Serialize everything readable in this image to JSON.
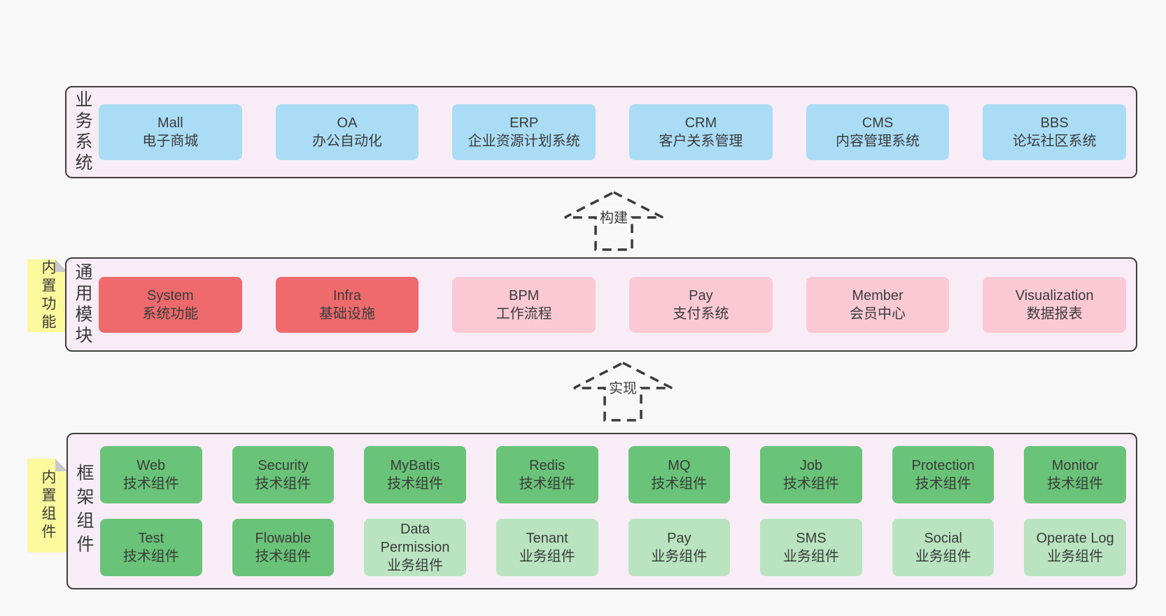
{
  "colors": {
    "blue": "#aadcf5",
    "red": "#ee6a6d",
    "pink": "#fbc9d4",
    "greenDark": "#69c378",
    "greenLight": "#b9e4bf",
    "panel_bg": "#f8edf6",
    "panel_border": "#3f3f3f",
    "sticky": "#fbf99c",
    "text": "#3b3b3b"
  },
  "sections": [
    {
      "label": "业务系统",
      "sticky": null,
      "rows": [
        [
          {
            "name": "Mall",
            "sub": "电子商城",
            "color": "blue"
          },
          {
            "name": "OA",
            "sub": "办公自动化",
            "color": "blue"
          },
          {
            "name": "ERP",
            "sub": "企业资源计划系统",
            "color": "blue"
          },
          {
            "name": "CRM",
            "sub": "客户关系管理",
            "color": "blue"
          },
          {
            "name": "CMS",
            "sub": "内容管理系统",
            "color": "blue"
          },
          {
            "name": "BBS",
            "sub": "论坛社区系统",
            "color": "blue"
          }
        ]
      ]
    },
    {
      "label": "通用模块",
      "sticky": "内置功能",
      "rows": [
        [
          {
            "name": "System",
            "sub": "系统功能",
            "color": "red"
          },
          {
            "name": "Infra",
            "sub": "基础设施",
            "color": "red"
          },
          {
            "name": "BPM",
            "sub": "工作流程",
            "color": "pink"
          },
          {
            "name": "Pay",
            "sub": "支付系统",
            "color": "pink"
          },
          {
            "name": "Member",
            "sub": "会员中心",
            "color": "pink"
          },
          {
            "name": "Visualization",
            "sub": "数据报表",
            "color": "pink"
          }
        ]
      ]
    },
    {
      "label": "框架组件",
      "sticky": "内置组件",
      "rows": [
        [
          {
            "name": "Web",
            "sub": "技术组件",
            "color": "greenDark"
          },
          {
            "name": "Security",
            "sub": "技术组件",
            "color": "greenDark"
          },
          {
            "name": "MyBatis",
            "sub": "技术组件",
            "color": "greenDark"
          },
          {
            "name": "Redis",
            "sub": "技术组件",
            "color": "greenDark"
          },
          {
            "name": "MQ",
            "sub": "技术组件",
            "color": "greenDark"
          },
          {
            "name": "Job",
            "sub": "技术组件",
            "color": "greenDark"
          },
          {
            "name": "Protection",
            "sub": "技术组件",
            "color": "greenDark"
          },
          {
            "name": "Monitor",
            "sub": "技术组件",
            "color": "greenDark"
          }
        ],
        [
          {
            "name": "Test",
            "sub": "技术组件",
            "color": "greenDark"
          },
          {
            "name": "Flowable",
            "sub": "技术组件",
            "color": "greenDark"
          },
          {
            "name": "Data Permission",
            "sub": "业务组件",
            "color": "greenLight"
          },
          {
            "name": "Tenant",
            "sub": "业务组件",
            "color": "greenLight"
          },
          {
            "name": "Pay",
            "sub": "业务组件",
            "color": "greenLight"
          },
          {
            "name": "SMS",
            "sub": "业务组件",
            "color": "greenLight"
          },
          {
            "name": "Social",
            "sub": "业务组件",
            "color": "greenLight"
          },
          {
            "name": "Operate Log",
            "sub": "业务组件",
            "color": "greenLight"
          }
        ]
      ]
    }
  ],
  "arrows": [
    {
      "label": "构建"
    },
    {
      "label": "实现"
    }
  ]
}
